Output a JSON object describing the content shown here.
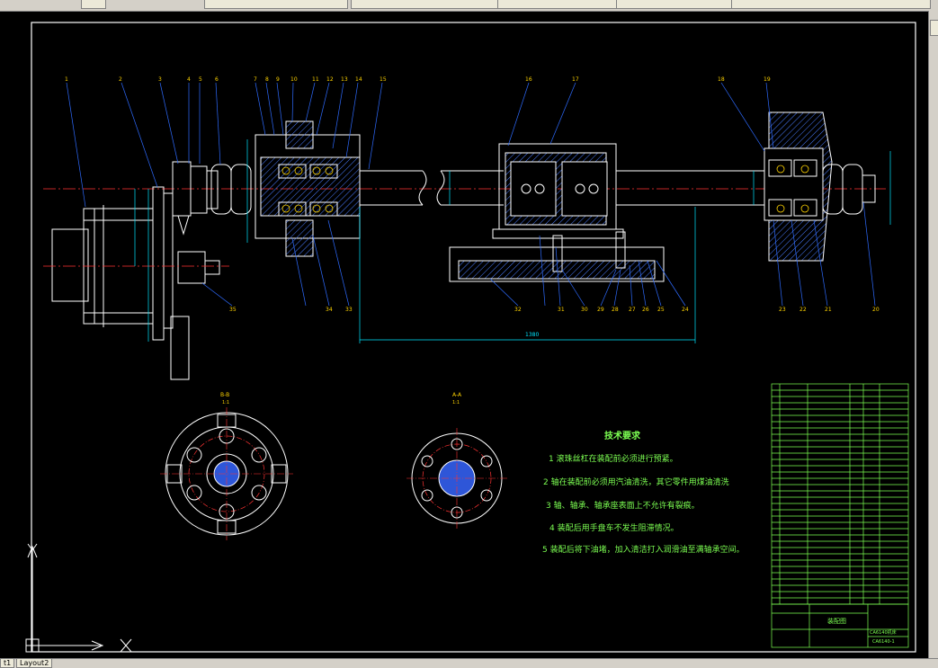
{
  "app": {
    "toolbar_tabs": [
      "",
      "",
      "",
      "",
      "",
      ""
    ],
    "layout_tabs": [
      "t1",
      "Layout2"
    ]
  },
  "balloons": [
    "1",
    "2",
    "3",
    "4",
    "5",
    "6",
    "7",
    "8",
    "9",
    "10",
    "11",
    "12",
    "13",
    "14",
    "15",
    "16",
    "17",
    "18",
    "19",
    "20",
    "21",
    "22",
    "23",
    "24",
    "25",
    "26",
    "27",
    "28",
    "29",
    "30",
    "31",
    "32",
    "33",
    "34",
    "35"
  ],
  "dimensions": {
    "overall_length": "1380"
  },
  "section_views": [
    {
      "title": "B-B",
      "scale": "1:1"
    },
    {
      "title": "A-A",
      "scale": "1:1"
    }
  ],
  "tech_requirements": {
    "title": "技术要求",
    "items": [
      "1  滚珠丝杠在装配前必须进行预紧。",
      "2  轴在装配前必须用汽油清洗，其它零件用煤油清洗",
      "3  轴、轴承、轴承座表面上不允许有裂痕。",
      "4  装配后用手盘车不发生阻滞情况。",
      "5  装配后将下油堵，加入清洁打入润滑油至满轴承空间。"
    ]
  },
  "title_block": {
    "drawing_name": "装配图",
    "drawing_no": "CA6140-1",
    "company": "CA6140机床"
  },
  "colors": {
    "outline": "#ffffff",
    "part": "#ffffff",
    "hatch": "#4a7cff",
    "center": "#ff3333",
    "dim": "#00e5ff",
    "leader": "#2e6bff",
    "text": "#7cff52",
    "table_line": "#7cff52",
    "yellow": "#ffd400"
  }
}
